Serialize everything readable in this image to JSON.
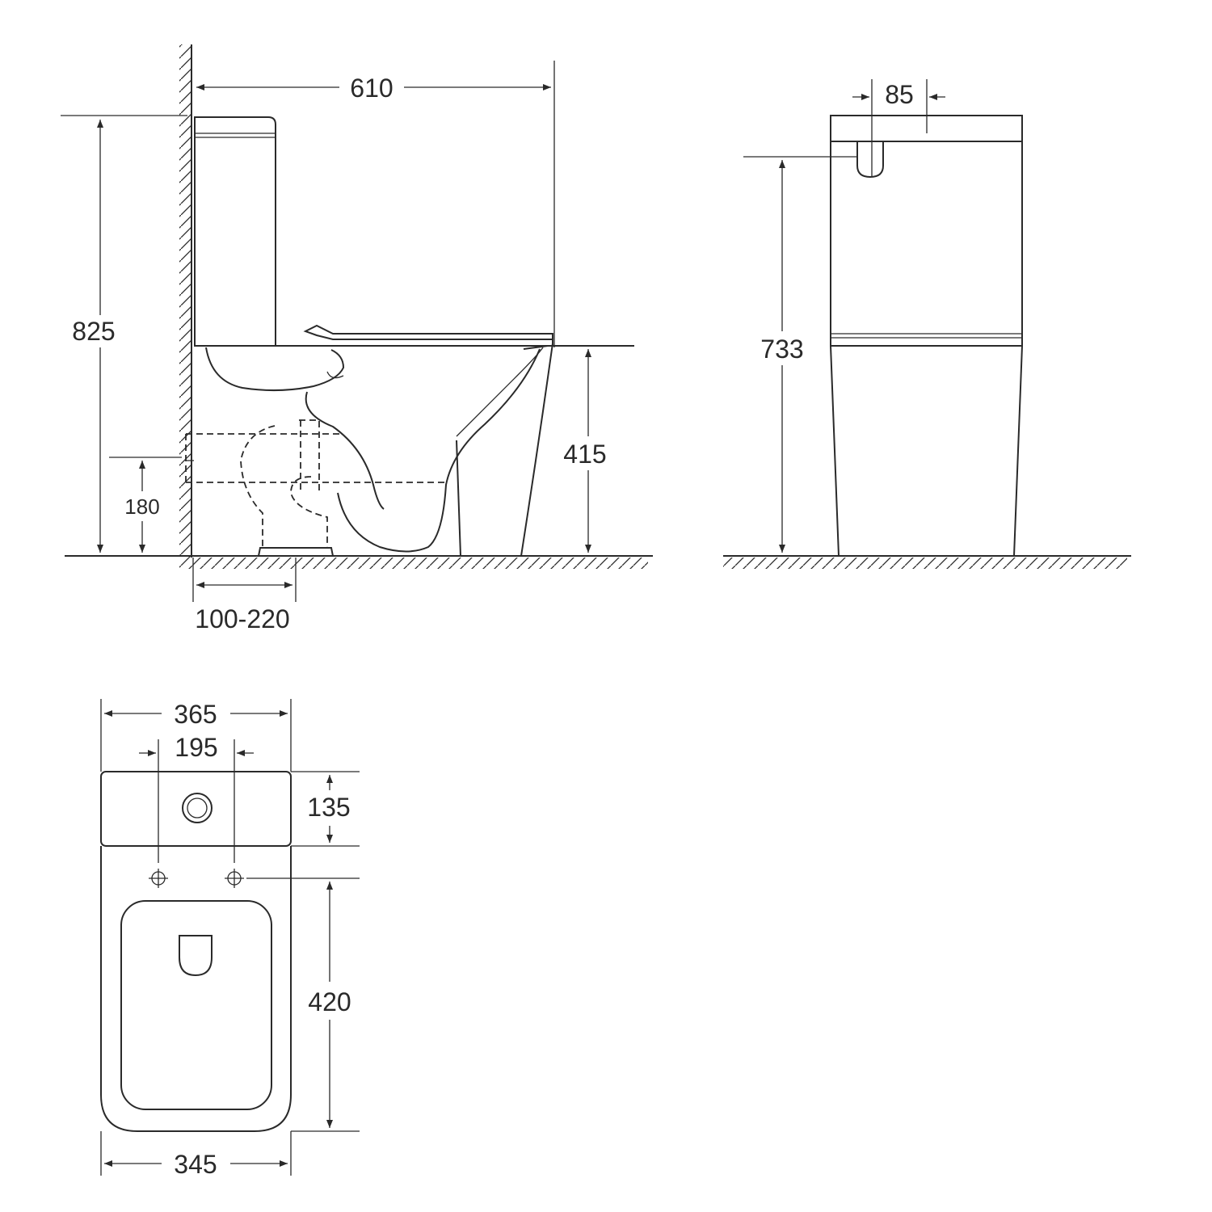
{
  "side_view": {
    "width_total": "610",
    "height_total": "825",
    "seat_height": "415",
    "outlet_height": "180",
    "outlet_distance": "100-220"
  },
  "front_view": {
    "button_width": "85",
    "tank_height": "733"
  },
  "top_view": {
    "width_top": "365",
    "bolt_spacing": "195",
    "tank_depth": "135",
    "bowl_length": "420",
    "width_bottom": "345"
  }
}
